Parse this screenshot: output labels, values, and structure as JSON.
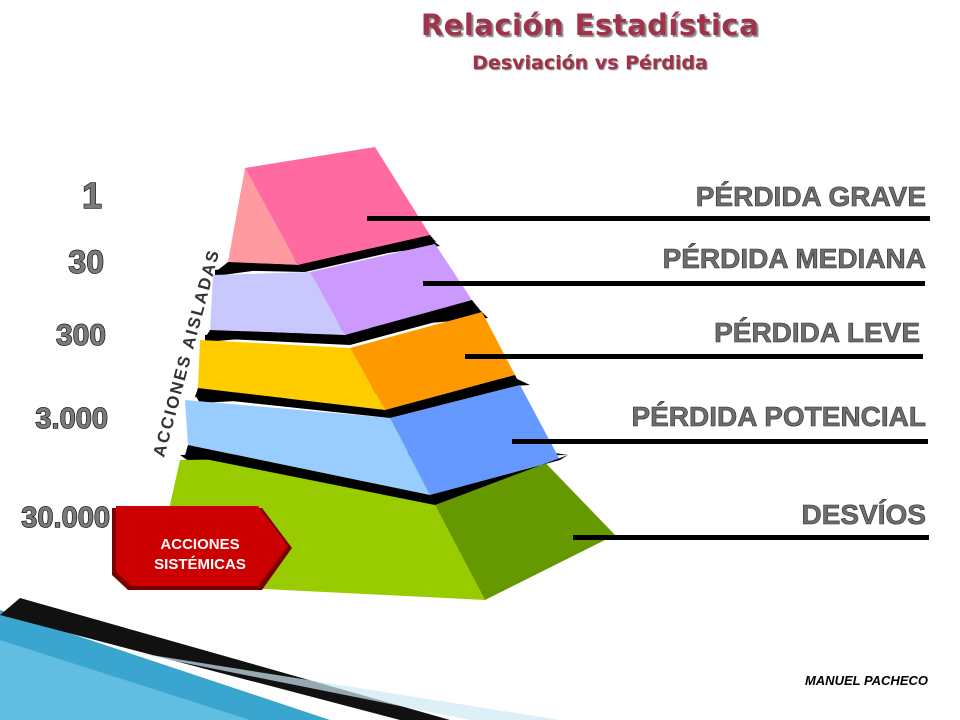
{
  "title": "Relación Estadística",
  "subtitle": "Desviación vs Pérdida",
  "levels": [
    {
      "count": "1",
      "label": "PÉRDIDA GRAVE",
      "front": "#ff6aa0",
      "side": "#ff9aa0"
    },
    {
      "count": "30",
      "label": "PÉRDIDA MEDIANA",
      "front": "#cc99ff",
      "side": "#c8c8ff"
    },
    {
      "count": "300",
      "label": "PÉRDIDA LEVE",
      "front": "#ff9900",
      "side": "#ffcc00"
    },
    {
      "count": "3.000",
      "label": "PÉRDIDA POTENCIAL",
      "front": "#6699ff",
      "side": "#99ccff"
    },
    {
      "count": "30.000",
      "label": "DESVÍOS",
      "front": "#669900",
      "side": "#99cc00"
    }
  ],
  "side_label": "ACCIONES AISLADAS",
  "systemic_label": [
    "ACCIONES",
    "SISTÉMICAS"
  ],
  "author": "MANUEL PACHECO"
}
